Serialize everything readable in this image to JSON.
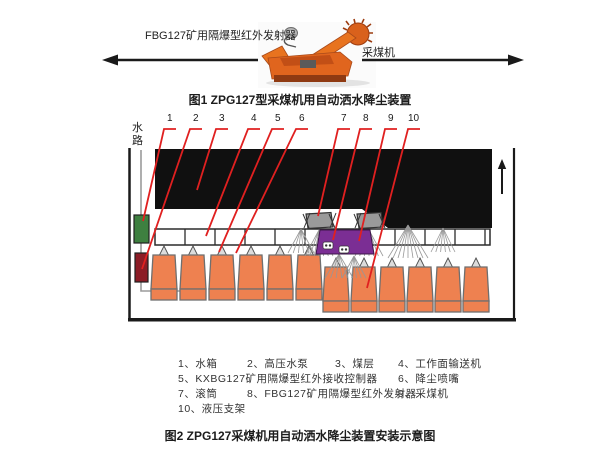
{
  "figure1": {
    "emitter_label": "FBG127矿用隔爆型红外发射器",
    "machine_label": "采煤机",
    "caption": "图1 ZPG127型采煤机用自动洒水降尘装置"
  },
  "figure2": {
    "water_pipe_label": "水路",
    "callout_numbers": [
      "1",
      "2",
      "3",
      "4",
      "5",
      "6",
      "7",
      "8",
      "9",
      "10"
    ],
    "legend": [
      "1、水箱",
      "2、高压水泵",
      "3、煤层",
      "4、工作面输送机",
      "5、KXBG127矿用隔爆型红外接收控制器",
      "6、降尘喷嘴",
      "7、滚筒",
      "8、FBG127矿用隔爆型红外发射器",
      "9、采煤机",
      "10、液压支架"
    ],
    "caption": "图2 ZPG127采煤机用自动洒水降尘装置安装示意图"
  },
  "colors": {
    "leader_red": "#e02020",
    "support_orange": "#ee8150",
    "support_stroke": "#6f6f6f",
    "shearer_purple": "#7b2e94",
    "coal_black": "#101010",
    "tank_green": "#3e8040",
    "pump_darkred": "#8c1c26",
    "drum_gray": "#9a9a9a",
    "spray_gray": "#979797",
    "arrow_black": "#1a1a1a"
  }
}
